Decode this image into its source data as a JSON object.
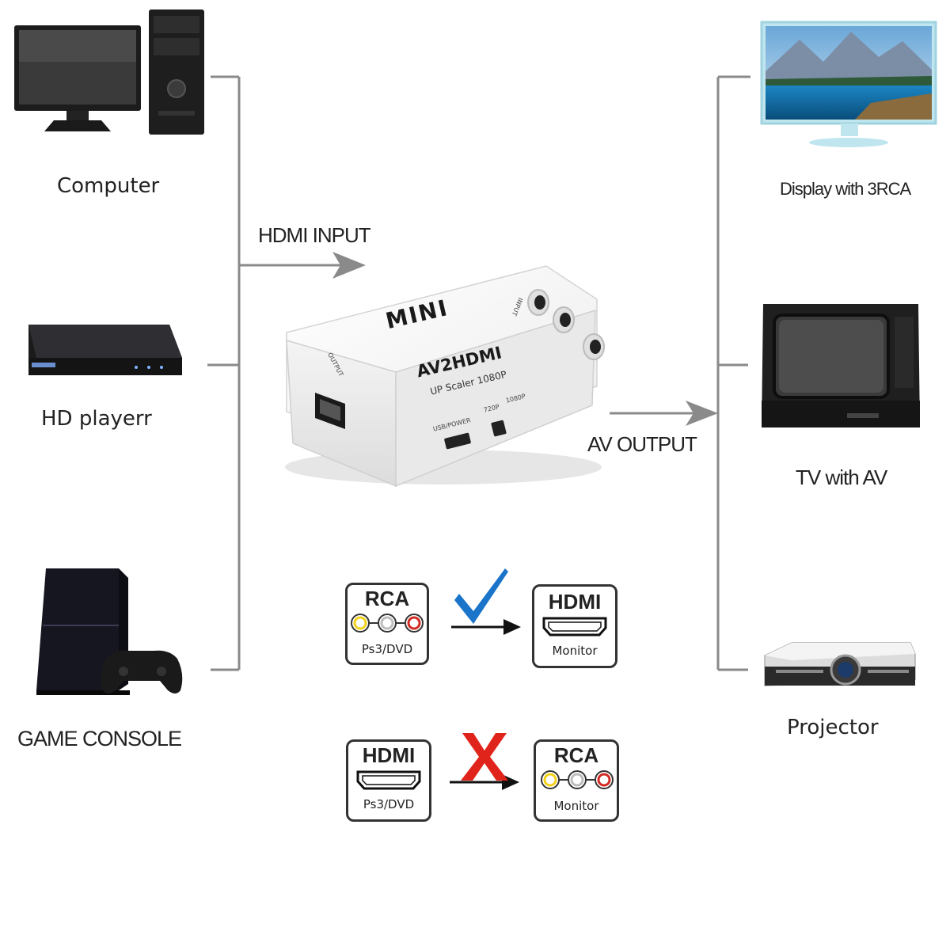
{
  "sources": {
    "computer": "Computer",
    "hd_player": "HD playerr",
    "game_console": "GAME CONSOLE"
  },
  "outputs": {
    "display": "Display with 3RCA",
    "tv": "TV with AV",
    "projector": "Projector"
  },
  "flow": {
    "hdmi_input": "HDMI INPUT",
    "av_output": "AV OUTPUT"
  },
  "device": {
    "brand": "MINI",
    "model": "AV2HDMI",
    "subtitle": "UP Scaler 1080P",
    "usb_label": "USB/POWER",
    "res_720": "720P",
    "res_1080": "1080P",
    "output_label": "OUTPUT",
    "input_label": "INPUT"
  },
  "legend": {
    "ok": {
      "from_title": "RCA",
      "from_sub": "Ps3/DVD",
      "to_title": "HDMI",
      "to_sub": "Monitor",
      "status": "supported",
      "status_color": "#1a74c9"
    },
    "no": {
      "from_title": "HDMI",
      "from_sub": "Ps3/DVD",
      "to_title": "RCA",
      "to_sub": "Monitor",
      "status": "not-supported",
      "status_color": "#e0241b"
    }
  },
  "colors": {
    "connector_line": "#8a8a8a",
    "rca_yellow": "#f2d21a",
    "rca_white": "#bdbdbd",
    "rca_red": "#d22a22"
  }
}
